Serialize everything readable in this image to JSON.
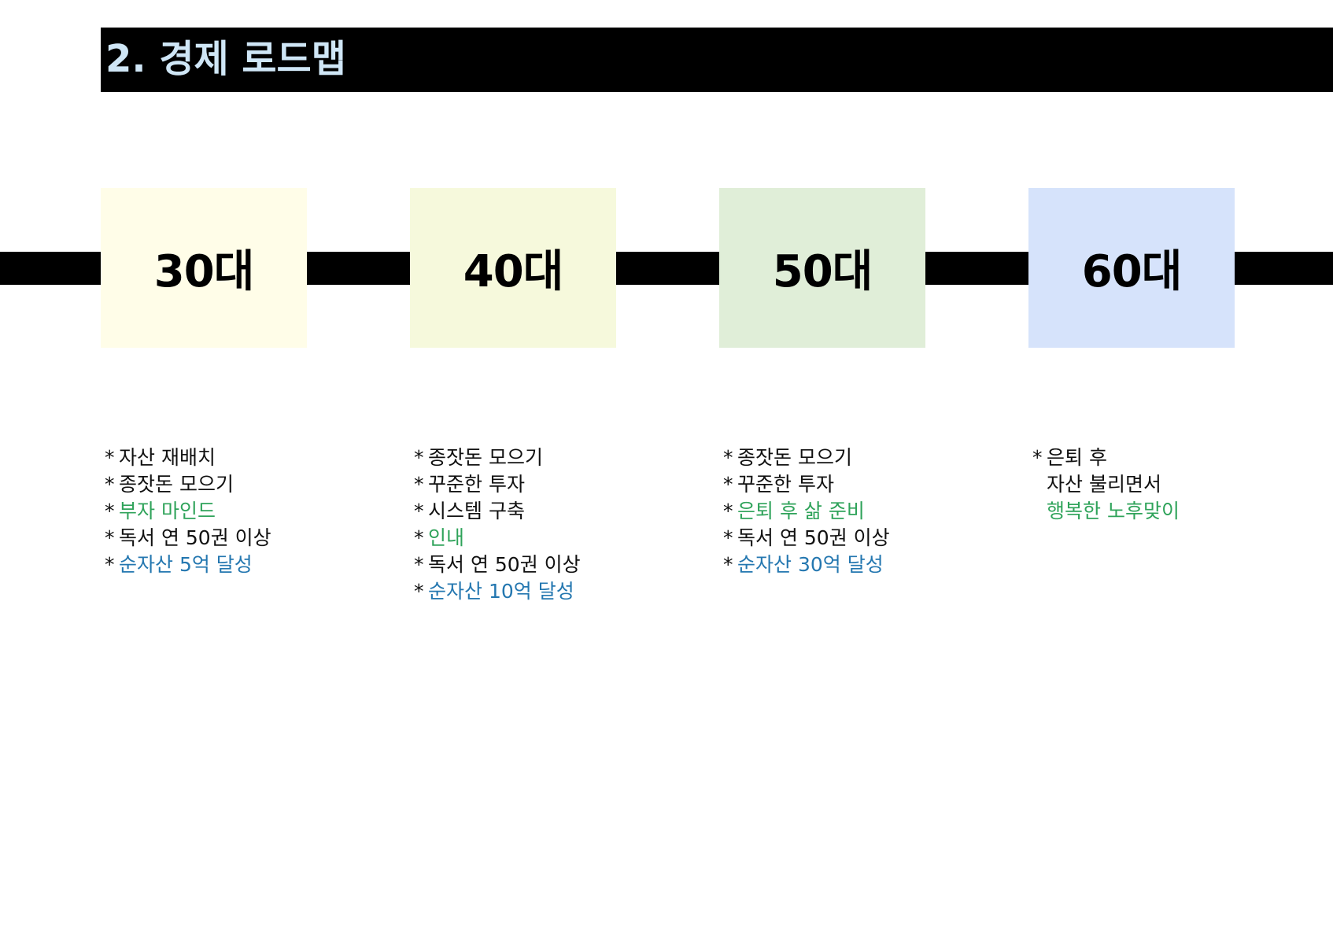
{
  "title": "2. 경제 로드맵",
  "colors": {
    "title_text": "#cfe6f6",
    "bar": "#000000",
    "default_text": "#111111",
    "green": "#2fa35a",
    "blue": "#2477b0"
  },
  "bullet": "*",
  "stages": [
    {
      "label": "30대",
      "box_color": "#fffde8",
      "items": [
        {
          "text": "자산 재배치",
          "color": "default"
        },
        {
          "text": "종잣돈 모으기",
          "color": "default"
        },
        {
          "text": "부자 마인드",
          "color": "green"
        },
        {
          "text": "독서 연 50권 이상",
          "color": "default"
        },
        {
          "text": "순자산 5억 달성",
          "color": "blue"
        }
      ]
    },
    {
      "label": "40대",
      "box_color": "#f6f9dc",
      "items": [
        {
          "text": "종잣돈 모으기",
          "color": "default"
        },
        {
          "text": "꾸준한 투자",
          "color": "default"
        },
        {
          "text": "시스템 구축",
          "color": "default"
        },
        {
          "text": "인내",
          "color": "green"
        },
        {
          "text": "독서 연 50권 이상",
          "color": "default"
        },
        {
          "text": "순자산 10억 달성",
          "color": "blue"
        }
      ]
    },
    {
      "label": "50대",
      "box_color": "#e0eed8",
      "items": [
        {
          "text": "종잣돈 모으기",
          "color": "default"
        },
        {
          "text": "꾸준한 투자",
          "color": "default"
        },
        {
          "text": "은퇴 후 삶 준비",
          "color": "green"
        },
        {
          "text": "독서 연 50권 이상",
          "color": "default"
        },
        {
          "text": "순자산 30억 달성",
          "color": "blue"
        }
      ]
    },
    {
      "label": "60대",
      "box_color": "#d6e3fb",
      "items": [
        {
          "text": "은퇴 후",
          "color": "default",
          "bullet": true
        },
        {
          "text": "자산 불리면서",
          "color": "default",
          "bullet": false
        },
        {
          "text": "행복한 노후맞이",
          "color": "green",
          "bullet": false
        }
      ]
    }
  ]
}
